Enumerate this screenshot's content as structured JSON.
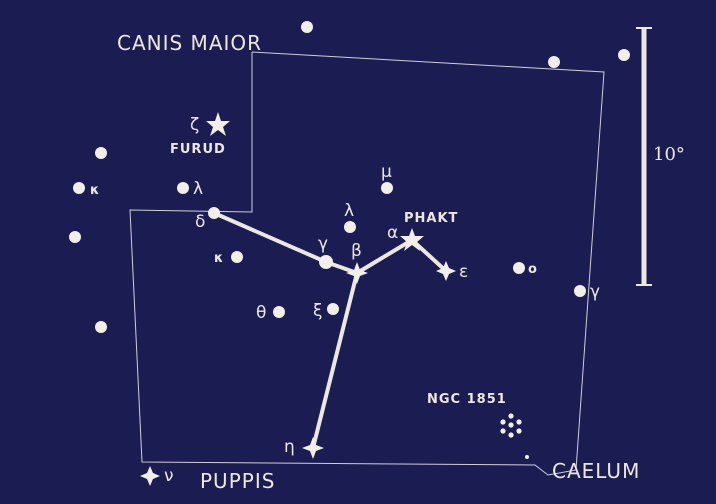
{
  "constellations": {
    "canis_maior": "CANIS MAIOR",
    "puppis": "PUPPIS",
    "caelum": "CAELUM"
  },
  "scale_label": "10°",
  "cluster_label": "NGC 1851",
  "star_names": {
    "furud": "FURUD",
    "phakt": "PHAKT"
  },
  "greek": {
    "zeta": "ζ",
    "kappa_left": "κ",
    "lambda_left": "λ",
    "delta": "δ",
    "kappa": "κ",
    "gamma": "γ",
    "beta": "β",
    "lambda": "λ",
    "mu": "μ",
    "alpha": "α",
    "epsilon": "ε",
    "omicron": "o",
    "gamma_right": "γ",
    "theta": "θ",
    "xi": "ξ",
    "eta": "η",
    "nu": "ν"
  },
  "colors": {
    "background": "#1b1d52",
    "ink": "#ece8e0"
  }
}
